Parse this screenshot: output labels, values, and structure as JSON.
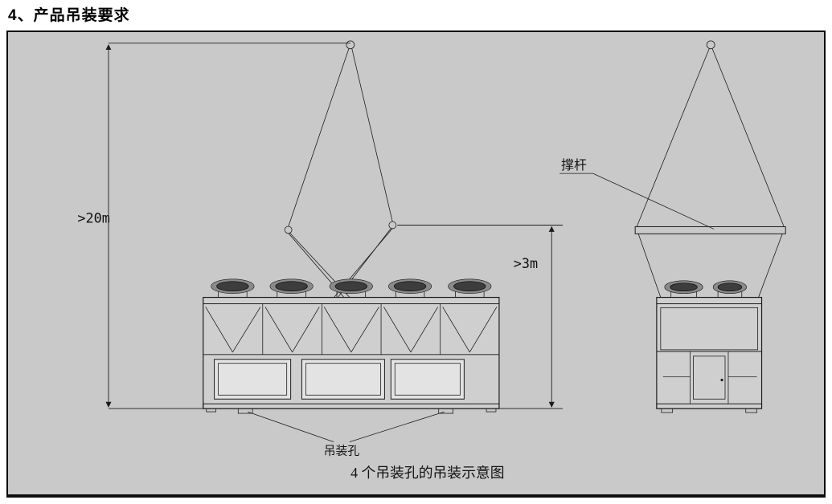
{
  "page": {
    "title": "4、产品吊装要求"
  },
  "diagram": {
    "caption": "4 个吊装孔的吊装示意图",
    "labels": {
      "height_dimension": ">20m",
      "bar_height_dimension": ">3m",
      "spreader_bar": "撑杆",
      "lifting_hole": "吊装孔"
    },
    "colors": {
      "panel_background": "#c9c9c9",
      "line": "#1c1c1c",
      "fan": "#3d3d3d",
      "panel_fill": "#e3e3e3"
    }
  }
}
